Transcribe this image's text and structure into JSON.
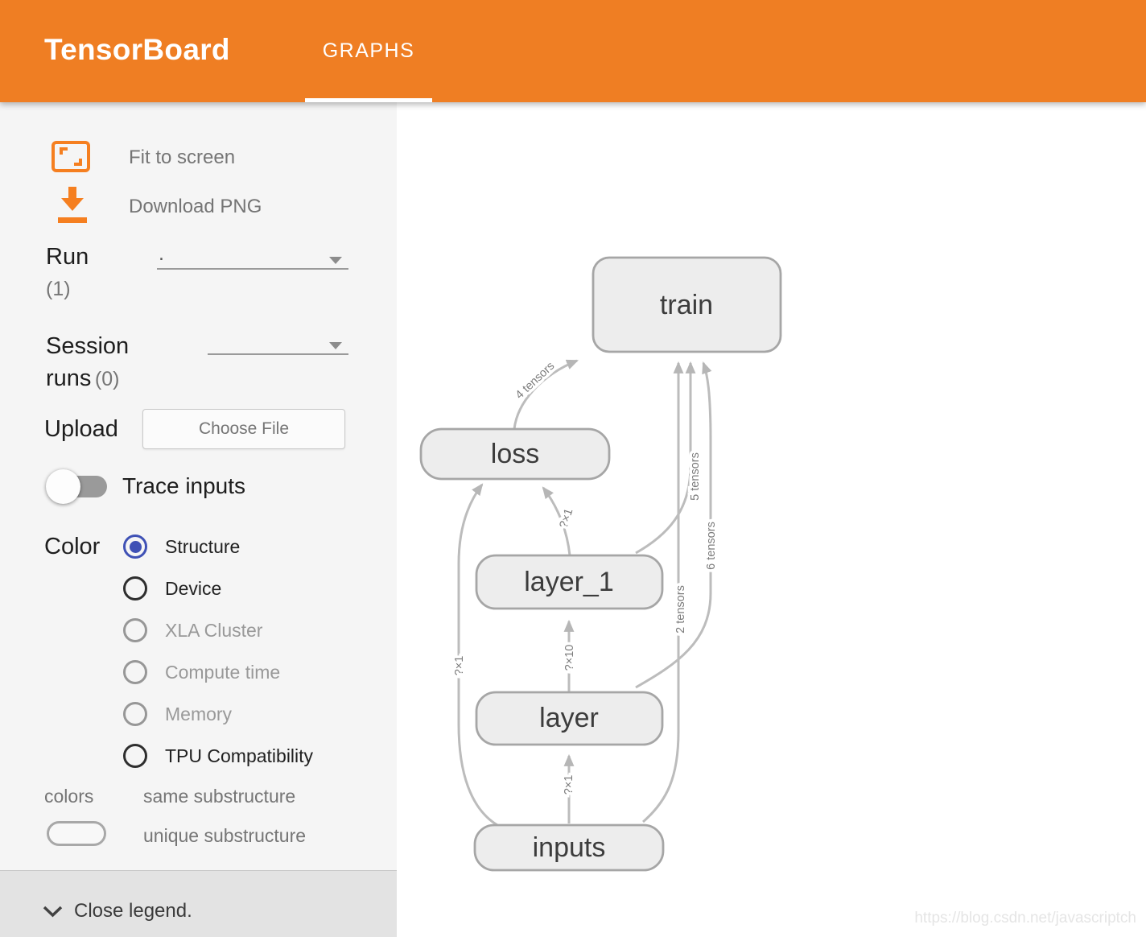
{
  "header": {
    "app_title": "TensorBoard",
    "active_tab": "GRAPHS",
    "accent_color": "#ef7e23"
  },
  "sidebar": {
    "fit_label": "Fit to screen",
    "download_label": "Download PNG",
    "run": {
      "label": "Run",
      "count": "(1)",
      "value": "."
    },
    "session": {
      "label_line1": "Session",
      "label_line2": "runs",
      "count": "(0)",
      "value": ""
    },
    "upload": {
      "label": "Upload",
      "button_label": "Choose File"
    },
    "trace": {
      "label": "Trace inputs",
      "enabled": false
    },
    "color": {
      "label": "Color",
      "options": [
        {
          "label": "Structure",
          "state": "selected"
        },
        {
          "label": "Device",
          "state": "enabled"
        },
        {
          "label": "XLA Cluster",
          "state": "dimmed"
        },
        {
          "label": "Compute time",
          "state": "dimmed"
        },
        {
          "label": "Memory",
          "state": "dimmed"
        },
        {
          "label": "TPU Compatibility",
          "state": "enabled"
        }
      ],
      "selected_color": "#3f51b5"
    },
    "legend": {
      "colors_label": "colors",
      "same_label": "same substructure",
      "unique_label": "unique substructure"
    },
    "close_label": "Close legend."
  },
  "graph": {
    "node_fill": "#ededed",
    "node_border": "#a6a6a6",
    "edge_color": "#bcbcbc",
    "nodes": [
      {
        "id": "train",
        "label": "train"
      },
      {
        "id": "loss",
        "label": "loss"
      },
      {
        "id": "layer_1",
        "label": "layer_1"
      },
      {
        "id": "layer",
        "label": "layer"
      },
      {
        "id": "inputs",
        "label": "inputs"
      }
    ],
    "edges": [
      {
        "from": "inputs",
        "to": "layer",
        "label": "?×1"
      },
      {
        "from": "layer",
        "to": "layer_1",
        "label": "?×10"
      },
      {
        "from": "layer_1",
        "to": "loss",
        "label": "?×1"
      },
      {
        "from": "inputs",
        "to": "loss",
        "label": "?×1"
      },
      {
        "from": "loss",
        "to": "train",
        "label": "4 tensors"
      },
      {
        "from": "layer_1",
        "to": "train",
        "label": "5 tensors"
      },
      {
        "from": "layer",
        "to": "train",
        "label": "6 tensors"
      },
      {
        "from": "inputs",
        "to": "train",
        "label": "2 tensors"
      }
    ]
  },
  "watermark": "https://blog.csdn.net/javascriptch"
}
